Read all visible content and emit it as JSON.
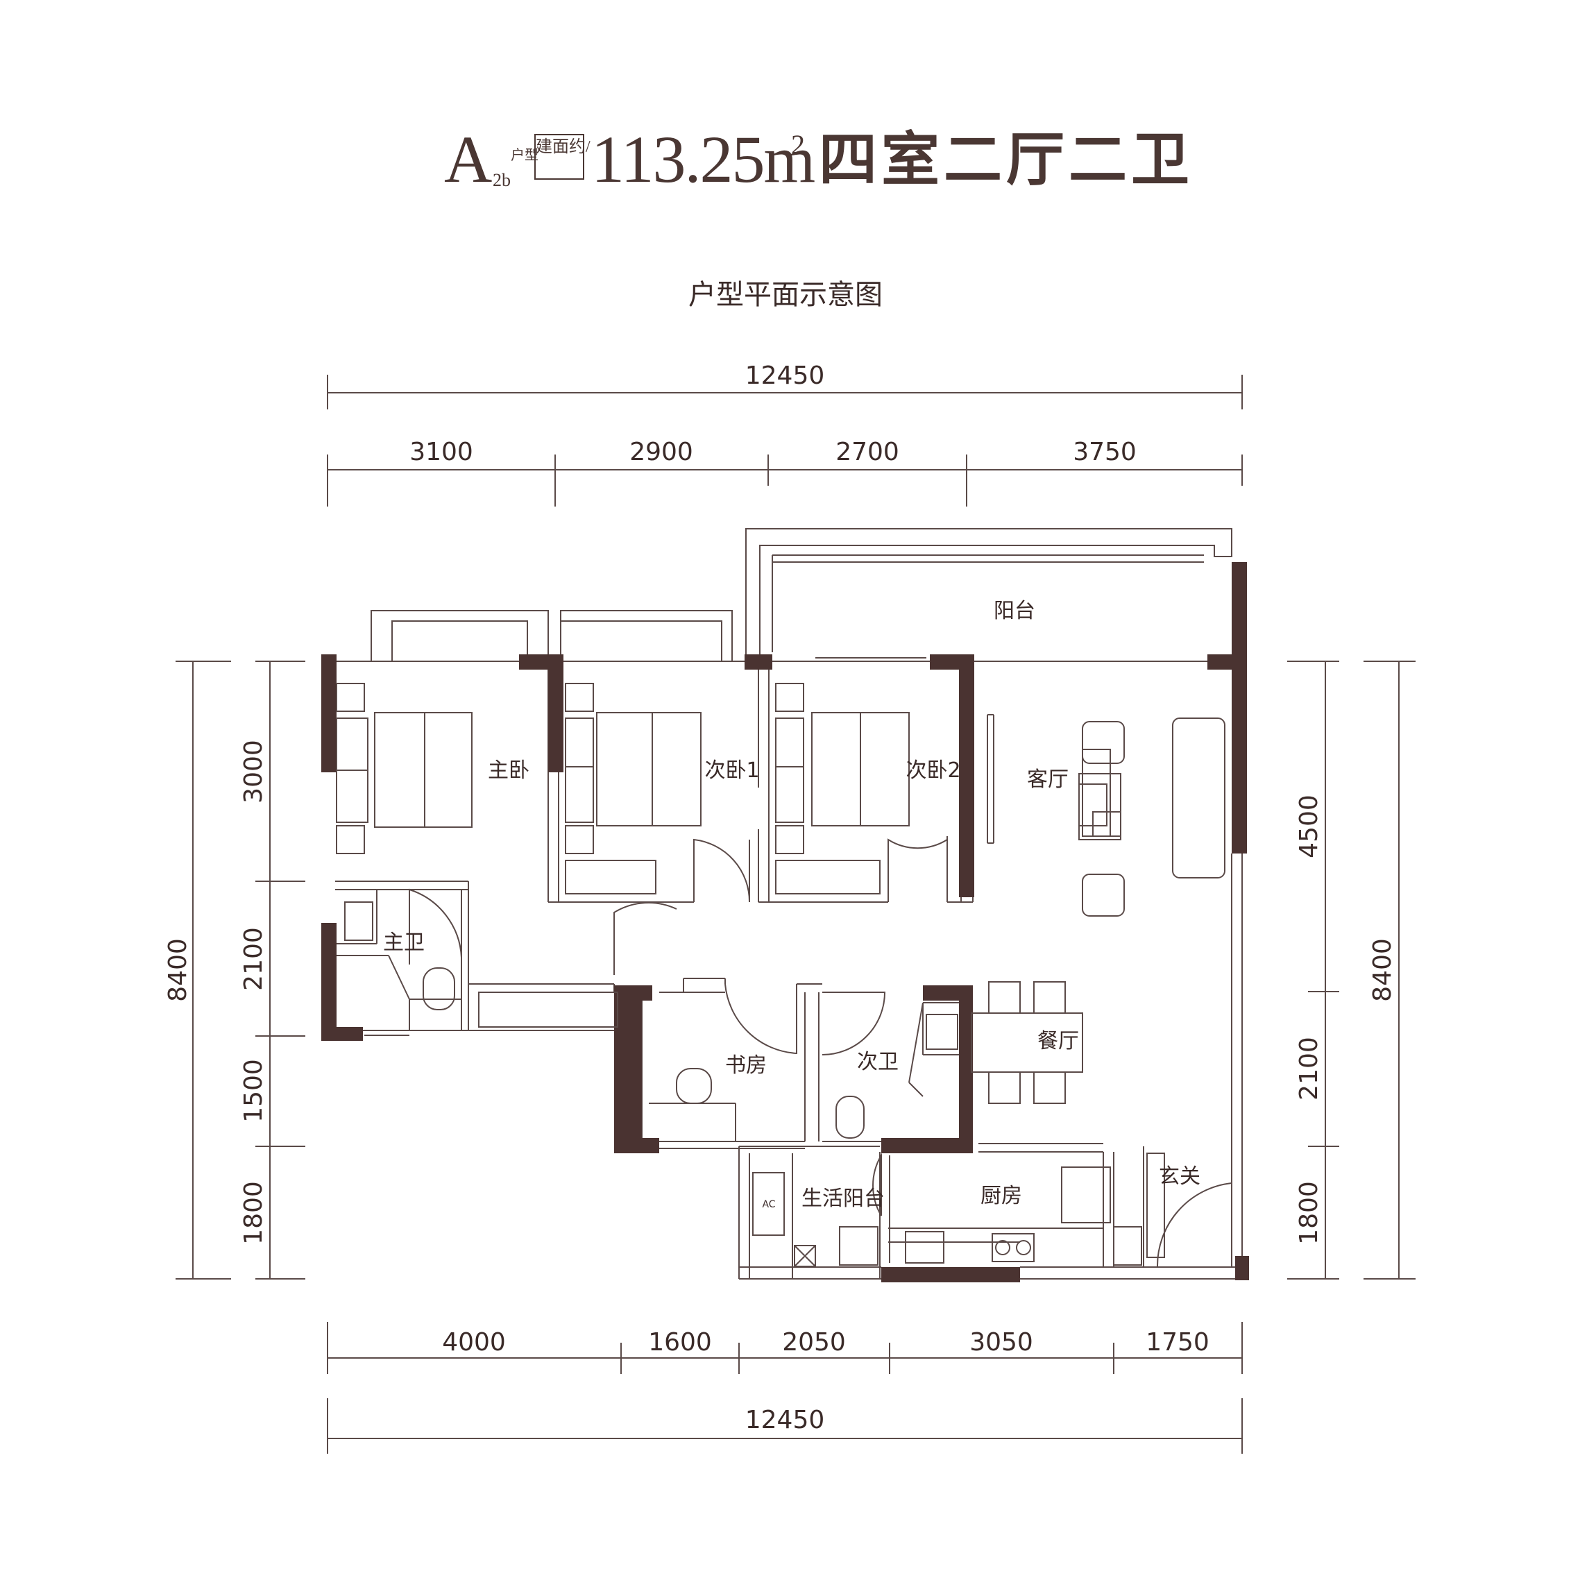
{
  "title": {
    "unit_letter": "A",
    "unit_sub": "2b",
    "unit_type_label": "户型",
    "area_label": "建面约/",
    "area_value": "113.25m",
    "area_sup": "2",
    "layout": "四室二厅二卫"
  },
  "subtitle": "户型平面示意图",
  "dimensions": {
    "top_total": "12450",
    "top_segments": [
      "3100",
      "2900",
      "2700",
      "3750"
    ],
    "bottom_segments": [
      "4000",
      "1600",
      "2050",
      "3050",
      "1750"
    ],
    "bottom_total": "12450",
    "left_total": "8400",
    "left_segments": [
      "3000",
      "2100",
      "1500",
      "1800"
    ],
    "right_total": "8400",
    "right_segments": [
      "4500",
      "2100",
      "1800"
    ]
  },
  "rooms": {
    "balcony": "阳台",
    "master_bedroom": "主卧",
    "second_bedroom_1": "次卧1",
    "second_bedroom_2": "次卧2",
    "living_room": "客厅",
    "master_bath": "主卫",
    "dining_room": "餐厅",
    "study": "书房",
    "second_bath": "次卫",
    "utility_balcony": "生活阳台",
    "kitchen": "厨房",
    "entrance": "玄关"
  },
  "labels": {
    "ac": "AC"
  },
  "colors": {
    "wall": "#4a3331",
    "line": "#5a4a48"
  }
}
